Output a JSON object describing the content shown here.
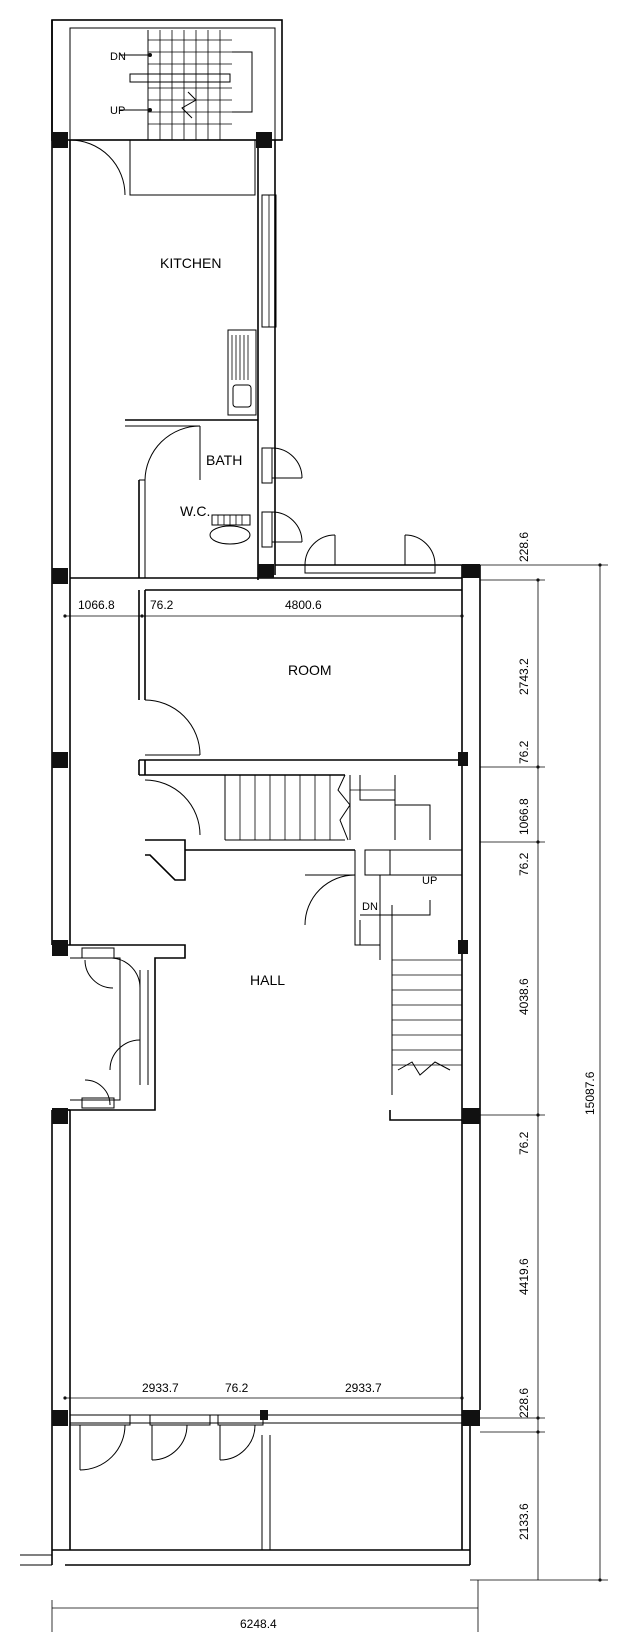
{
  "rooms": {
    "kitchen": "KITCHEN",
    "bath": "BATH",
    "wc": "W.C.",
    "room": "ROOM",
    "hall": "HALL"
  },
  "stairs": {
    "top_dn": "DN",
    "top_up": "UP",
    "mid_up": "UP",
    "mid_dn": "DN"
  },
  "dims": {
    "h_top_left": "1066.8",
    "h_top_mid": "76.2",
    "h_top_right": "4800.6",
    "h_bot_left": "2933.7",
    "h_bot_mid": "76.2",
    "h_bot_right": "2933.7",
    "overall_width": "6248.4",
    "v1": "228.6",
    "v2": "2743.2",
    "v3": "76.2",
    "v4": "1066.8",
    "v5": "76.2",
    "v6": "4038.6",
    "v7": "76.2",
    "v8": "4419.6",
    "v9": "228.6",
    "v10": "2133.6",
    "overall_height": "15087.6"
  }
}
